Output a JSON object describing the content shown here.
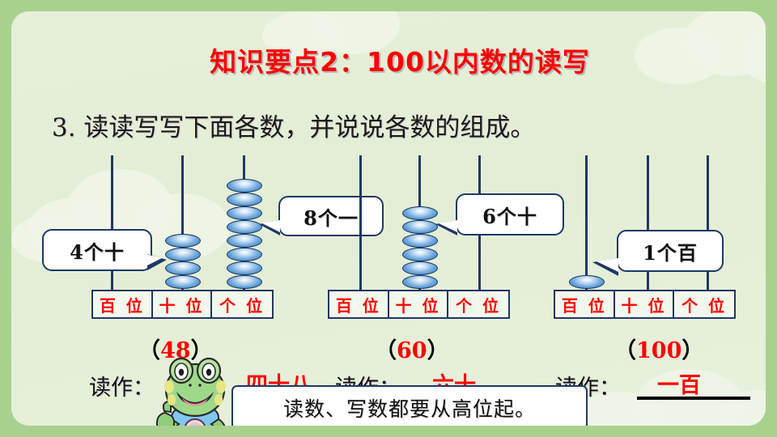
{
  "slide": {
    "title": "知识要点2：100以内数的读写",
    "instruction": "3. 读读写写下面各数，并说说各数的组成。",
    "title_color": "#ff0000",
    "frame_color": "#a9d18e",
    "background_color": "#e6efd9"
  },
  "place_value_headers": [
    "百 位",
    "十 位",
    "个 位"
  ],
  "abacus_groups": [
    {
      "id": "group-1",
      "number": "48",
      "number_display": "（ 48 ）",
      "beads": {
        "hundreds": 0,
        "tens": 4,
        "ones": 8
      },
      "callouts": [
        {
          "id": "callout-4-tens",
          "text": "4个十",
          "points_to": "tens-rod"
        },
        {
          "id": "callout-8-ones",
          "text": "8个一",
          "points_to": "ones-rod"
        }
      ],
      "read_label": "读作：",
      "read_answer": "四十八"
    },
    {
      "id": "group-2",
      "number": "60",
      "number_display": "（ 60 ）",
      "beads": {
        "hundreds": 0,
        "tens": 6,
        "ones": 0
      },
      "callouts": [
        {
          "id": "callout-6-tens",
          "text": "6个十",
          "points_to": "tens-rod"
        }
      ],
      "read_label": "读作：",
      "read_answer": "六十"
    },
    {
      "id": "group-3",
      "number": "100",
      "number_display": "（100）",
      "beads": {
        "hundreds": 1,
        "tens": 0,
        "ones": 0
      },
      "callouts": [
        {
          "id": "callout-1-hundred",
          "text": "1个百",
          "points_to": "hundreds-rod"
        }
      ],
      "read_label": "读作：",
      "read_answer": "一百"
    }
  ],
  "note": {
    "text": "读数、写数都要从高位起。"
  },
  "mascot": {
    "name": "frog-mascot",
    "body_color": "#8fcf7a",
    "shirt_color": "#7ec8ef"
  }
}
